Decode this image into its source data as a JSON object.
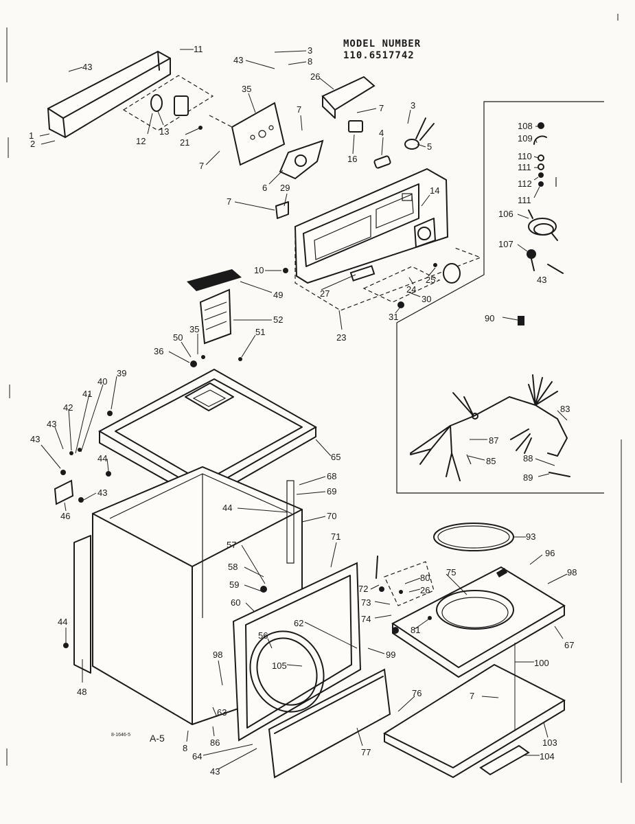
{
  "title": {
    "line1": "MODEL NUMBER",
    "line2": "110.6517742"
  },
  "footer": {
    "drawing_code": "A-5",
    "small_code": "8-1646-5"
  },
  "callouts": [
    {
      "id": "c-1",
      "text": "1"
    },
    {
      "id": "c-2",
      "text": "2"
    },
    {
      "id": "c-43a",
      "text": "43"
    },
    {
      "id": "c-11",
      "text": "11"
    },
    {
      "id": "c-12",
      "text": "12"
    },
    {
      "id": "c-13",
      "text": "13"
    },
    {
      "id": "c-21",
      "text": "21"
    },
    {
      "id": "c-43b",
      "text": "43"
    },
    {
      "id": "c-3a",
      "text": "3"
    },
    {
      "id": "c-8",
      "text": "8"
    },
    {
      "id": "c-35a",
      "text": "35"
    },
    {
      "id": "c-7a",
      "text": "7"
    },
    {
      "id": "c-7b",
      "text": "7"
    },
    {
      "id": "c-6",
      "text": "6"
    },
    {
      "id": "c-26a",
      "text": "26"
    },
    {
      "id": "c-7c",
      "text": "7"
    },
    {
      "id": "c-3b",
      "text": "3"
    },
    {
      "id": "c-16",
      "text": "16"
    },
    {
      "id": "c-4",
      "text": "4"
    },
    {
      "id": "c-5",
      "text": "5"
    },
    {
      "id": "c-29",
      "text": "29"
    },
    {
      "id": "c-7d",
      "text": "7"
    },
    {
      "id": "c-14",
      "text": "14"
    },
    {
      "id": "c-10",
      "text": "10"
    },
    {
      "id": "c-25",
      "text": "25"
    },
    {
      "id": "c-24",
      "text": "24"
    },
    {
      "id": "c-30",
      "text": "30"
    },
    {
      "id": "c-27",
      "text": "27"
    },
    {
      "id": "c-31",
      "text": "31"
    },
    {
      "id": "c-23",
      "text": "23"
    },
    {
      "id": "c-49",
      "text": "49"
    },
    {
      "id": "c-52",
      "text": "52"
    },
    {
      "id": "c-35b",
      "text": "35"
    },
    {
      "id": "c-50",
      "text": "50"
    },
    {
      "id": "c-36",
      "text": "36"
    },
    {
      "id": "c-51",
      "text": "51"
    },
    {
      "id": "c-39",
      "text": "39"
    },
    {
      "id": "c-40",
      "text": "40"
    },
    {
      "id": "c-41",
      "text": "41"
    },
    {
      "id": "c-42",
      "text": "42"
    },
    {
      "id": "c-43c",
      "text": "43"
    },
    {
      "id": "c-43d",
      "text": "43"
    },
    {
      "id": "c-44a",
      "text": "44"
    },
    {
      "id": "c-43e",
      "text": "43"
    },
    {
      "id": "c-46",
      "text": "46"
    },
    {
      "id": "c-65",
      "text": "65"
    },
    {
      "id": "c-68",
      "text": "68"
    },
    {
      "id": "c-69",
      "text": "69"
    },
    {
      "id": "c-44b",
      "text": "44"
    },
    {
      "id": "c-70",
      "text": "70"
    },
    {
      "id": "c-71",
      "text": "71"
    },
    {
      "id": "c-57",
      "text": "57"
    },
    {
      "id": "c-58",
      "text": "58"
    },
    {
      "id": "c-59",
      "text": "59"
    },
    {
      "id": "c-60",
      "text": "60"
    },
    {
      "id": "c-62",
      "text": "62"
    },
    {
      "id": "c-56",
      "text": "56"
    },
    {
      "id": "c-105",
      "text": "105"
    },
    {
      "id": "c-44c",
      "text": "44"
    },
    {
      "id": "c-48",
      "text": "48"
    },
    {
      "id": "c-98a",
      "text": "98"
    },
    {
      "id": "c-63",
      "text": "63"
    },
    {
      "id": "c-86",
      "text": "86"
    },
    {
      "id": "c-8b",
      "text": "8"
    },
    {
      "id": "c-64",
      "text": "64"
    },
    {
      "id": "c-43f",
      "text": "43"
    },
    {
      "id": "c-77",
      "text": "77"
    },
    {
      "id": "c-76",
      "text": "76"
    },
    {
      "id": "c-72",
      "text": "72"
    },
    {
      "id": "c-80",
      "text": "80"
    },
    {
      "id": "c-26b",
      "text": "26"
    },
    {
      "id": "c-73",
      "text": "73"
    },
    {
      "id": "c-74",
      "text": "74"
    },
    {
      "id": "c-81",
      "text": "81"
    },
    {
      "id": "c-99",
      "text": "99"
    },
    {
      "id": "c-75",
      "text": "75"
    },
    {
      "id": "c-93",
      "text": "93"
    },
    {
      "id": "c-96",
      "text": "96"
    },
    {
      "id": "c-98b",
      "text": "98"
    },
    {
      "id": "c-67",
      "text": "67"
    },
    {
      "id": "c-100",
      "text": "100"
    },
    {
      "id": "c-7e",
      "text": "7"
    },
    {
      "id": "c-103",
      "text": "103"
    },
    {
      "id": "c-104",
      "text": "104"
    },
    {
      "id": "c-108",
      "text": "108"
    },
    {
      "id": "c-109",
      "text": "109"
    },
    {
      "id": "c-110",
      "text": "110"
    },
    {
      "id": "c-111a",
      "text": "111"
    },
    {
      "id": "c-112",
      "text": "112"
    },
    {
      "id": "c-111b",
      "text": "111"
    },
    {
      "id": "c-106",
      "text": "106"
    },
    {
      "id": "c-107",
      "text": "107"
    },
    {
      "id": "c-43g",
      "text": "43"
    },
    {
      "id": "c-90",
      "text": "90"
    },
    {
      "id": "c-83",
      "text": "83"
    },
    {
      "id": "c-87",
      "text": "87"
    },
    {
      "id": "c-85",
      "text": "85"
    },
    {
      "id": "c-88",
      "text": "88"
    },
    {
      "id": "c-89",
      "text": "89"
    }
  ]
}
